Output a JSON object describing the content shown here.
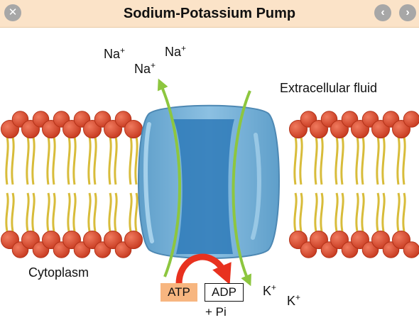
{
  "window": {
    "title": "Sodium-Potassium Pump",
    "close_icon": "close-icon",
    "prev_icon": "chevron-left-icon",
    "next_icon": "chevron-right-icon"
  },
  "labels": {
    "na_1": "Na",
    "na_2": "Na",
    "na_3": "Na",
    "na_sup": "+",
    "k_1": "K",
    "k_2": "K",
    "k_sup": "+",
    "extracellular": "Extracellular fluid",
    "cytoplasm": "Cytoplasm",
    "atp": "ATP",
    "adp": "ADP",
    "pi": "+ Pi"
  },
  "colors": {
    "title_bar": "#fbe3c8",
    "lipid_head": "#d9472b",
    "lipid_tail": "#e3c94a",
    "protein": "#6aaad3",
    "protein_channel": "#2e7ab8",
    "na_arrow": "#8dc63f",
    "k_arrow": "#8dc63f",
    "atp_arrow": "#e8311f",
    "atp_box": "#f7b680"
  }
}
